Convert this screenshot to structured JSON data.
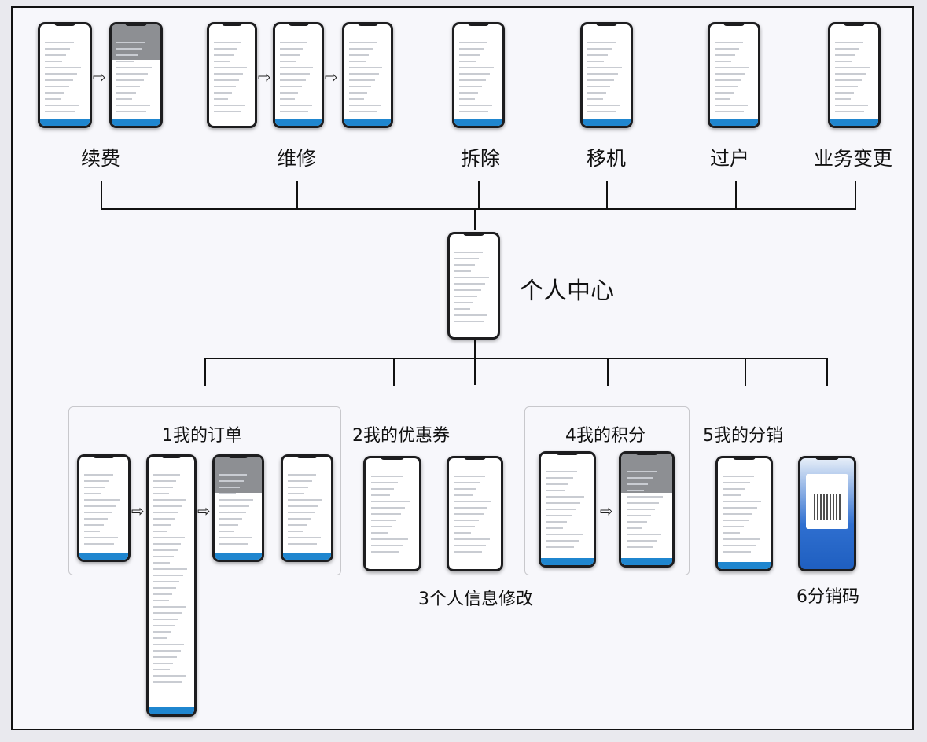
{
  "top_services": [
    {
      "label": "续费"
    },
    {
      "label": "维修"
    },
    {
      "label": "拆除"
    },
    {
      "label": "移机"
    },
    {
      "label": "过户"
    },
    {
      "label": "业务变更"
    }
  ],
  "center": {
    "label": "个人中心"
  },
  "modules": [
    {
      "label": "1我的订单"
    },
    {
      "label": "2我的优惠券"
    },
    {
      "label": "3个人信息修改"
    },
    {
      "label": "4我的积分"
    },
    {
      "label": "5我的分销"
    },
    {
      "label": "6分销码"
    }
  ],
  "colors": {
    "accent": "#1f86cf",
    "line": "#111111",
    "frame_bg": "#f7f7fb"
  },
  "icons": {
    "flow_arrow": "arrow-right-icon"
  }
}
